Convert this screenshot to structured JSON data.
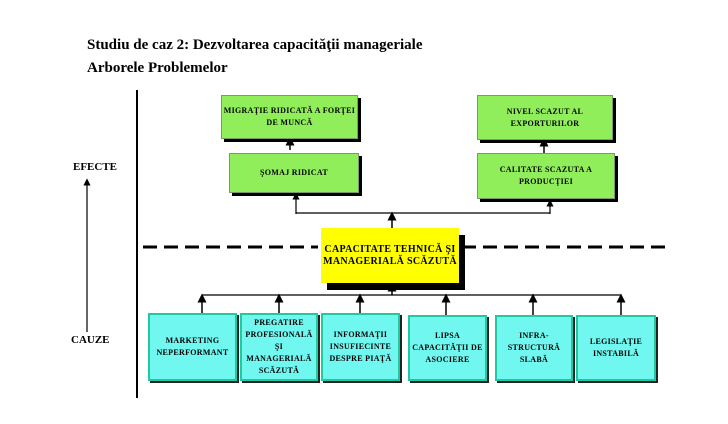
{
  "title": {
    "line1": "Studiu de caz 2: Dezvoltarea capacităţii manageriale",
    "line2": "Arborele Problemelor"
  },
  "axis": {
    "top_label": "EFECTE",
    "bottom_label": "CAUZE"
  },
  "effects": {
    "left_top": "MIGRAŢIE RIDICATĂ A FORŢEI DE MUNCĂ",
    "left_bottom": "ŞOMAJ RIDICAT",
    "right_top": "NIVEL SCAZUT AL EXPORTURILOR",
    "right_bottom": "CALITATE SCAZUTA A PRODUCŢIEI"
  },
  "core_problem": "CAPACITATE TEHNICĂ ŞI MANAGERIALĂ SCĂZUTĂ",
  "causes": [
    "MARKETING NEPERFORMANT",
    "PREGATIRE PROFESIONALĂ ŞI MANAGERIALĂ SCĂZUTĂ",
    "INFORMAŢII INSUFIECINTE DESPRE PIAŢĂ",
    "LIPSA CAPACITĂŢII DE ASOCIERE",
    "INFRA-STRUCTURĂ SLABĂ",
    "LEGISLAŢIE INSTABILĂ"
  ],
  "colors": {
    "effect_box": "#90ee5a",
    "core_box": "#ffff00",
    "cause_box": "#6ff7f0"
  }
}
